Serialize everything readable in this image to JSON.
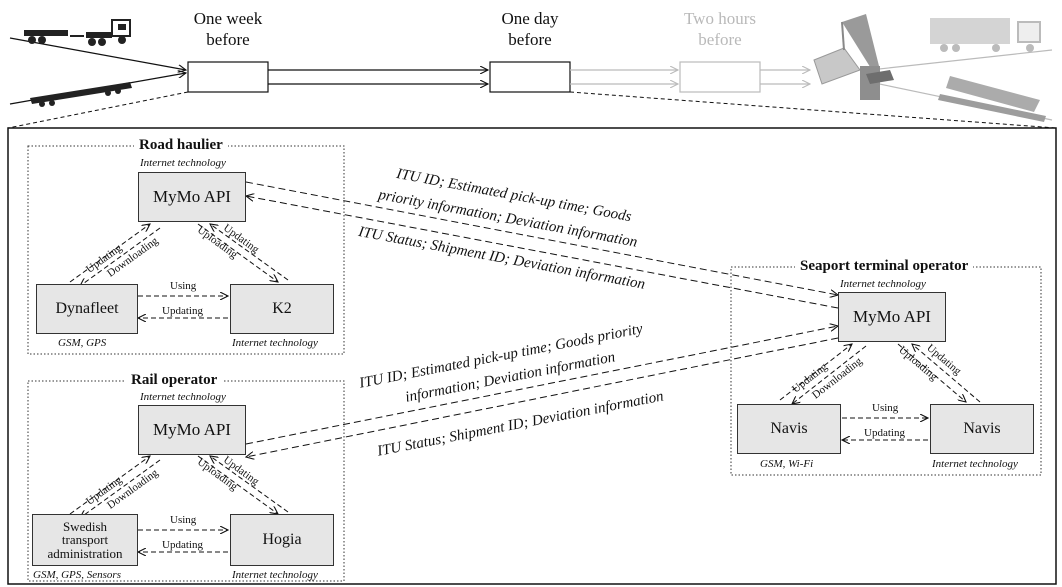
{
  "timeline": {
    "phases": [
      {
        "label": "One week\nbefore"
      },
      {
        "label": "One day\nbefore"
      },
      {
        "label": "Two hours\nbefore"
      }
    ]
  },
  "road_haulier": {
    "title": "Road haulier",
    "api_note": "Internet technology",
    "api_label": "MyMo API",
    "left_box": "Dynafleet",
    "left_note": "GSM, GPS",
    "right_box": "K2",
    "right_note": "Internet technology",
    "using": "Using",
    "updating": "Updating",
    "arrow_updating": "Updating",
    "arrow_downloading": "Downloading",
    "arrow_uploading": "Uploading",
    "arrow_updating_right": "Updating"
  },
  "rail_operator": {
    "title": "Rail operator",
    "api_note": "Internet technology",
    "api_label": "MyMo API",
    "left_box": "Swedish\ntransport\nadministration",
    "left_note": "GSM, GPS, Sensors",
    "right_box": "Hogia",
    "right_note": "Internet technology",
    "using": "Using",
    "updating": "Updating",
    "arrow_updating": "Updating",
    "arrow_downloading": "Downloading",
    "arrow_uploading": "Uploading",
    "arrow_updating_right": "Updating"
  },
  "seaport": {
    "title": "Seaport terminal operator",
    "api_note": "Internet technology",
    "api_label": "MyMo API",
    "left_box": "Navis",
    "left_note": "GSM, Wi-Fi",
    "right_box": "Navis",
    "right_note": "Internet technology",
    "using": "Using",
    "updating": "Updating",
    "arrow_updating": "Updating",
    "arrow_downloading": "Downloading",
    "arrow_uploading": "Uploading",
    "arrow_updating_right": "Updating"
  },
  "flows": {
    "road_to_port_1": "ITU ID; Estimated pick-up time; Goods",
    "road_to_port_2": "priority information; Deviation information",
    "port_to_road": "ITU Status; Shipment ID; Deviation information",
    "rail_to_port_1": "ITU ID; Estimated pick-up time; Goods priority",
    "rail_to_port_2": "information; Deviation information",
    "port_to_rail": "ITU Status; Shipment ID; Deviation information"
  }
}
